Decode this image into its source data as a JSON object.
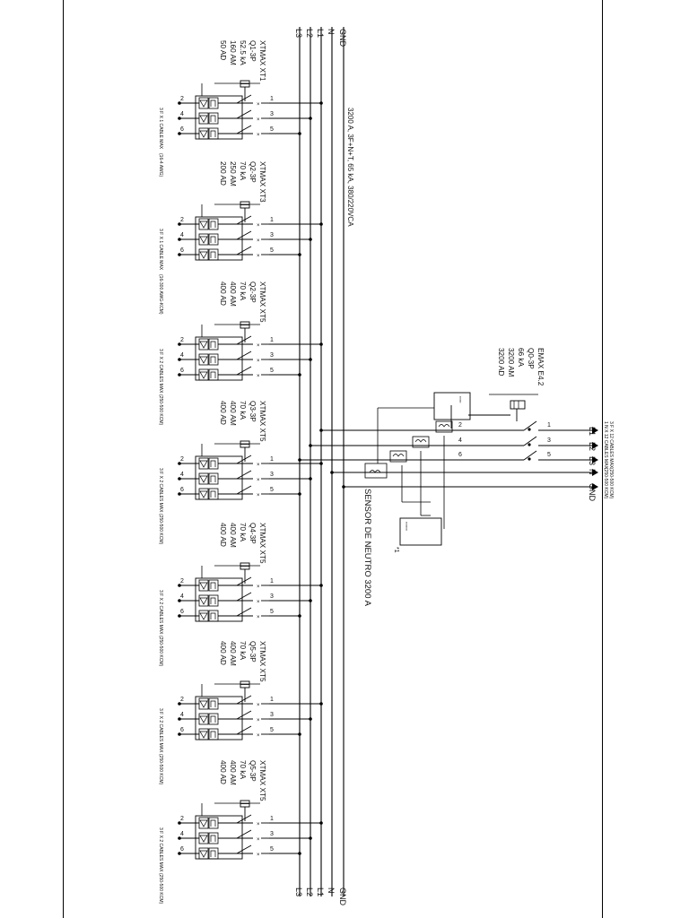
{
  "bus": {
    "labels": [
      "L3",
      "L2",
      "L1",
      "N",
      "GND"
    ],
    "rating": "3200 A, 3F+N+T, 65 kA, 380/220VCA"
  },
  "feeders": [
    {
      "lines": [
        "XTMAX XT1",
        "Q1-3P",
        "52.5 kA",
        "160 AM",
        "50 AD"
      ],
      "cable": "3 F X 1 CABLE MAX",
      "cable_spec": "(16-4 AWG)"
    },
    {
      "lines": [
        "XTMAX XT3",
        "Q2-3P",
        "70 kA",
        "250 AM",
        "200 AD"
      ],
      "cable": "3 F X 1 CABLE MAX",
      "cable_spec": "(16-300 AWG-KCM)"
    },
    {
      "lines": [
        "XTMAX XT5",
        "Q2-3P",
        "70 kA",
        "400 AM",
        "400 AD"
      ],
      "cable": "3 F X 2 CABLES MAX",
      "cable_spec": "(250-500 KCM)"
    },
    {
      "lines": [
        "XTMAX XT5",
        "Q3-3P",
        "70 kA",
        "400 AM",
        "400 AD"
      ],
      "cable": "3 F X 2 CABLES MAX",
      "cable_spec": "(250-500 KCM)"
    },
    {
      "lines": [
        "XTMAX XT5",
        "Q4-3P",
        "70 kA",
        "400 AM",
        "400 AD"
      ],
      "cable": "3 F X 2 CABLES MAX",
      "cable_spec": "(250-500 KCM)"
    },
    {
      "lines": [
        "XTMAX XT5",
        "Q5-3P",
        "70 kA",
        "400 AM",
        "400 AD"
      ],
      "cable": "3 F X 2 CABLES MAX",
      "cable_spec": "(250-500 KCM)"
    },
    {
      "lines": [
        "XTMAX XT5",
        "Q5-3P",
        "70 kA",
        "400 AM",
        "400 AD"
      ],
      "cable": "3 F X 2 CABLES MAX",
      "cable_spec": "(250-500 KCM)"
    }
  ],
  "feeder_terminals": {
    "load": [
      "2",
      "4",
      "6"
    ],
    "line": [
      "1",
      "3",
      "5"
    ]
  },
  "main_breaker": {
    "lines": [
      "EMAX E4.2",
      "Q0-3P",
      "66 kA",
      "3200 AM",
      "3200 AD"
    ],
    "terminals": [
      "2",
      "4",
      "6"
    ],
    "line_terminals": [
      "1",
      "3",
      "5"
    ]
  },
  "incoming": {
    "labels": [
      "L1",
      "L2",
      "L3",
      "N",
      "GND"
    ],
    "cable_1": "3 F X 12 CABLES MAX",
    "cable_1_spec": "(250-500 KCM)",
    "cable_2": "1 N X 12 CABLES MAX",
    "cable_2_spec": "(250-500 KCM)"
  },
  "neutral_sensor": {
    "label": "SENSOR DE NEUTRO 3200 A",
    "note": "*1"
  }
}
